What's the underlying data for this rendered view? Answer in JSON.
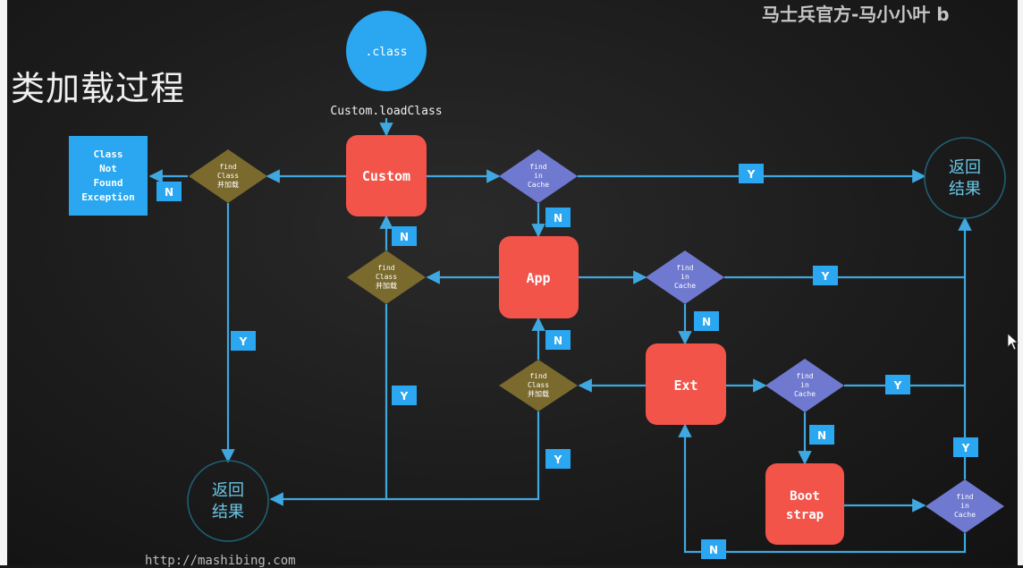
{
  "title": "类加载过程",
  "watermark": "马士兵官方-马小小叶 b",
  "footer_url": "http://mashibing.com",
  "colors": {
    "background": "#1c1c1c",
    "start_circle": "#2aa7f0",
    "loader_box": "#f2544a",
    "cache_diamond": "#6f79cf",
    "find_diamond": "#7a6a2e",
    "yn_badge": "#2aa7f0",
    "arrow": "#3fa8e0",
    "exception_box": "#2aa7f0"
  },
  "start": {
    "label": ".class",
    "call": "Custom.loadClass"
  },
  "loaders": {
    "custom": "Custom",
    "app": "App",
    "ext": "Ext",
    "boot": [
      "Boot",
      "strap"
    ]
  },
  "cache_diamond_lines": [
    "find",
    "in",
    "Cache"
  ],
  "find_diamond_lines": [
    "find",
    "Class",
    "并加载"
  ],
  "exception_lines": [
    "Class",
    "Not",
    "Found",
    "Exception"
  ],
  "return_lines": [
    "返回",
    "结果"
  ],
  "badges": {
    "yes": "Y",
    "no": "N"
  }
}
